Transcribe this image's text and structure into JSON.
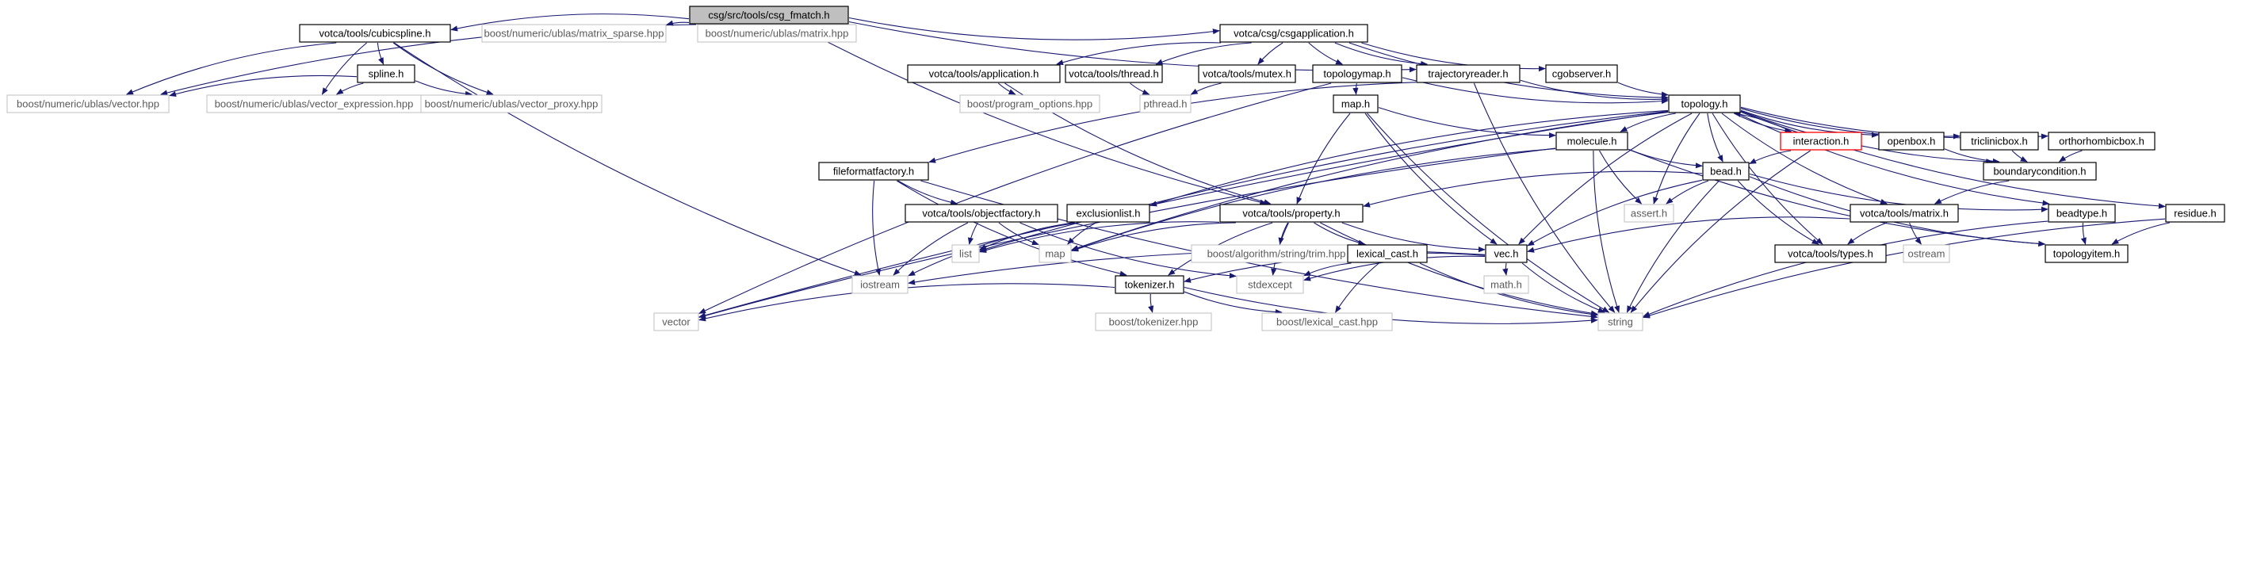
{
  "title": "csg/src/tools/csg_fmatch.h",
  "colors": {
    "edge": "#191970",
    "root_fill": "#bfbfbf",
    "node_border": "#000000",
    "external_border": "#bfbfbf",
    "highlight_border": "#ff0000"
  },
  "nodes": {
    "root": "csg/src/tools/csg_fmatch.h",
    "cubicspline": "votca/tools/cubicspline.h",
    "matrix_sparse": "boost/numeric/ublas/matrix_sparse.hpp",
    "matrix_hpp": "boost/numeric/ublas/matrix.hpp",
    "csgapplication": "votca/csg/csgapplication.h",
    "spline": "spline.h",
    "vector_hpp": "boost/numeric/ublas/vector.hpp",
    "vector_expression": "boost/numeric/ublas/vector_expression.hpp",
    "vector_proxy": "boost/numeric/ublas/vector_proxy.hpp",
    "application": "votca/tools/application.h",
    "thread": "votca/tools/thread.h",
    "mutex": "votca/tools/mutex.h",
    "topologymap": "topologymap.h",
    "trajectoryreader": "trajectoryreader.h",
    "cgobserver": "cgobserver.h",
    "program_options": "boost/program_options.hpp",
    "pthread": "pthread.h",
    "map_h": "map.h",
    "topology": "topology.h",
    "molecule": "molecule.h",
    "interaction": "interaction.h",
    "openbox": "openbox.h",
    "triclinicbox": "triclinicbox.h",
    "orthorhombicbox": "orthorhombicbox.h",
    "fileformatfactory": "fileformatfactory.h",
    "bead": "bead.h",
    "boundarycondition": "boundarycondition.h",
    "objectfactory": "votca/tools/objectfactory.h",
    "exclusionlist": "exclusionlist.h",
    "property": "votca/tools/property.h",
    "assert": "assert.h",
    "matrix_h": "votca/tools/matrix.h",
    "beadtype": "beadtype.h",
    "residue": "residue.h",
    "list": "list",
    "map": "map",
    "trim": "boost/algorithm/string/trim.hpp",
    "lexical_cast_h": "lexical_cast.h",
    "vec": "vec.h",
    "types": "votca/tools/types.h",
    "ostream": "ostream",
    "topologyitem": "topologyitem.h",
    "iostream": "iostream",
    "stdexcept": "stdexcept",
    "tokenizer": "tokenizer.h",
    "math": "math.h",
    "vector": "vector",
    "boost_tokenizer": "boost/tokenizer.hpp",
    "boost_lexical_cast": "boost/lexical_cast.hpp",
    "string": "string"
  }
}
